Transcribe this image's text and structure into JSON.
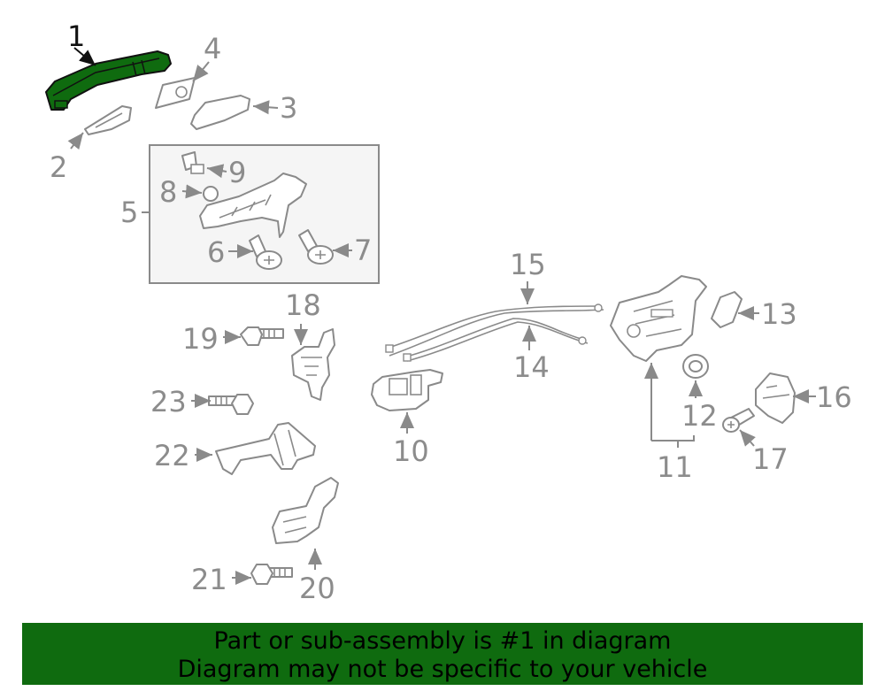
{
  "callouts": {
    "c1": "1",
    "c2": "2",
    "c3": "3",
    "c4": "4",
    "c5": "5",
    "c6": "6",
    "c7": "7",
    "c8": "8",
    "c9": "9",
    "c10": "10",
    "c11": "11",
    "c12": "12",
    "c13": "13",
    "c14": "14",
    "c15": "15",
    "c16": "16",
    "c17": "17",
    "c18": "18",
    "c19": "19",
    "c20": "20",
    "c21": "21",
    "c22": "22",
    "c23": "23"
  },
  "highlight": {
    "part": "1",
    "color": "#0f6b0f"
  },
  "banner": {
    "line1": "Part or sub-assembly is #1 in diagram",
    "line2": "Diagram may not be specific to your vehicle",
    "background": "#0f6b0f"
  }
}
